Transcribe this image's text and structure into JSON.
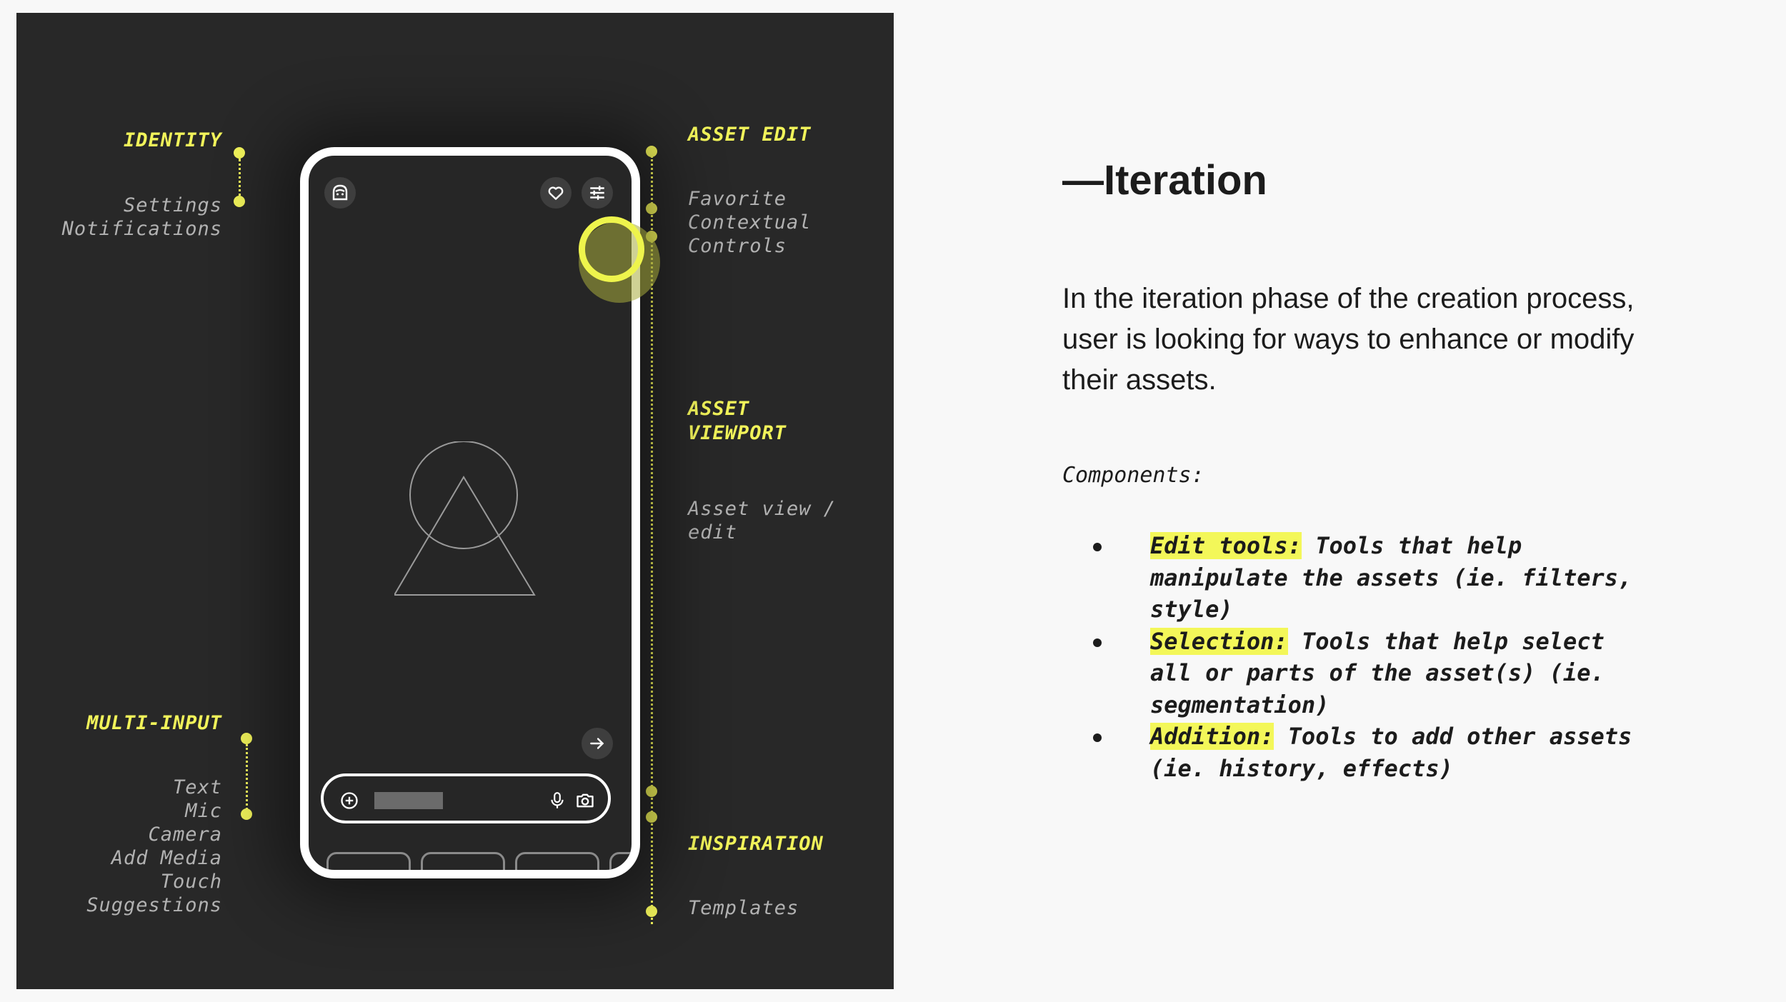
{
  "diagram": {
    "left_labels": {
      "identity": {
        "title": "IDENTITY",
        "items": [
          "Settings",
          "Notifications"
        ]
      },
      "multi_input": {
        "title": "MULTI-INPUT",
        "items": [
          "Text",
          "Mic",
          "Camera",
          "Add Media",
          "Touch",
          "Suggestions"
        ]
      }
    },
    "right_labels": {
      "asset_edit": {
        "title": "ASSET EDIT",
        "items": [
          "Favorite",
          "Contextual",
          "Controls"
        ]
      },
      "asset_viewport": {
        "title_lines": [
          "ASSET",
          "VIEWPORT"
        ],
        "items": [
          "Asset view /",
          "edit"
        ]
      },
      "inspiration": {
        "title": "INSPIRATION",
        "items": [
          "Templates"
        ]
      }
    },
    "accent_color": "#f1f35a",
    "phone_icons": [
      "face-icon",
      "heart-icon",
      "sliders-icon",
      "arrow-right-icon",
      "add-circle-icon",
      "mic-icon",
      "camera-icon"
    ]
  },
  "content": {
    "heading": "—Iteration",
    "intro": "In the iteration phase of the creation process, user is looking for ways to enhance or modify their assets.",
    "components_label": "Components:",
    "components": [
      {
        "name": "Edit tools:",
        "description": " Tools that help manipulate the assets (ie. filters, style)"
      },
      {
        "name": "Selection:",
        "description": " Tools that help select all or parts of the asset(s) (ie. segmentation)"
      },
      {
        "name": "Addition:",
        "description": " Tools to add other assets (ie. history, effects)"
      }
    ]
  }
}
